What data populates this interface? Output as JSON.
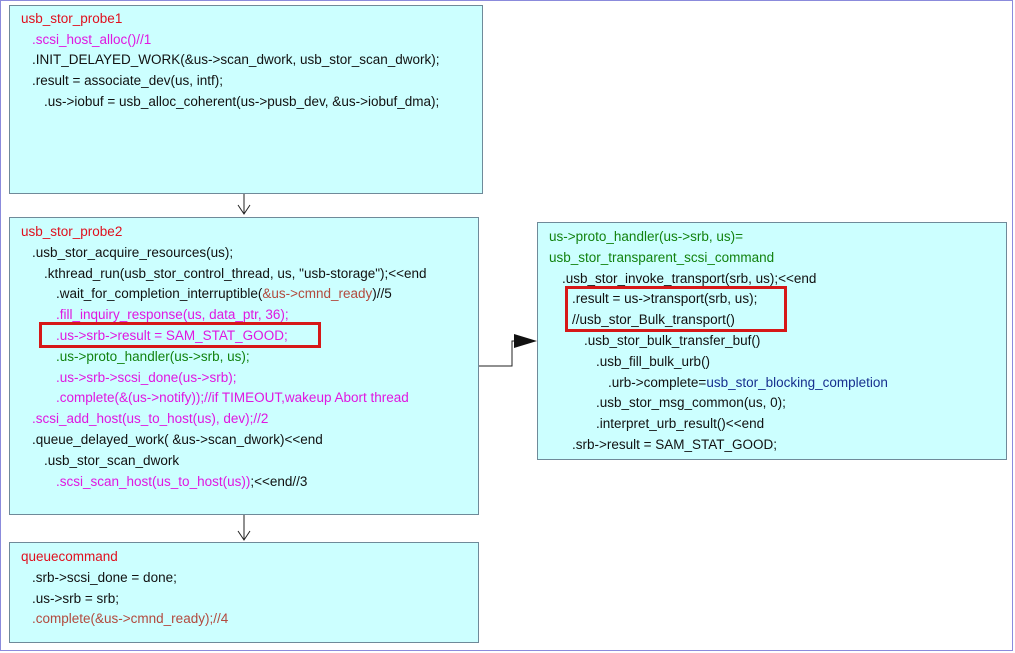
{
  "box1": {
    "lines": [
      [
        {
          "t": "usb_stor_probe1",
          "c": "red"
        }
      ],
      [
        {
          "t": ".scsi_host_alloc()//1",
          "c": "mag"
        }
      ],
      [
        {
          "t": ".INIT_DELAYED_WORK(&us->scan_dwork, usb_stor_scan_dwork);",
          "c": ""
        }
      ],
      [
        {
          "t": ".result = associate_dev(us, intf);",
          "c": ""
        }
      ],
      [
        {
          "t": ".us->iobuf = usb_alloc_coherent(us->pusb_dev,  &us->iobuf_dma);",
          "c": ""
        }
      ]
    ]
  },
  "box2": {
    "lines": [
      [
        {
          "t": "usb_stor_probe2",
          "c": "red"
        }
      ],
      [
        {
          "t": ".usb_stor_acquire_resources(us);",
          "c": ""
        }
      ],
      [
        {
          "t": ".kthread_run(usb_stor_control_thread, us, \"usb-storage\");<<end",
          "c": ""
        }
      ],
      [
        {
          "t": ".wait_for_completion_interruptible(",
          "c": ""
        },
        {
          "t": "&us->cmnd_ready",
          "c": "brn"
        },
        {
          "t": ")//5",
          "c": ""
        }
      ],
      [
        {
          "t": ".fill_inquiry_response(us, data_ptr, 36);",
          "c": "mag"
        }
      ],
      [
        {
          "t": ".us->srb->result = SAM_STAT_GOOD;",
          "c": "mag"
        }
      ],
      [
        {
          "t": ".us->proto_handler(us->srb, us);",
          "c": "grn"
        }
      ],
      [
        {
          "t": ".us->srb->scsi_done(us->srb);",
          "c": "mag"
        }
      ],
      [
        {
          "t": ".complete(&(us->notify));//if TIMEOUT,wakeup Abort thread",
          "c": "mag"
        }
      ],
      [
        {
          "t": ".scsi_add_host(us_to_host(us), dev);//2",
          "c": "mag"
        }
      ],
      [
        {
          "t": ".queue_delayed_work( &us->scan_dwork)<<end",
          "c": ""
        }
      ],
      [
        {
          "t": ".usb_stor_scan_dwork",
          "c": ""
        }
      ],
      [
        {
          "t": ".scsi_scan_host(us_to_host(us))",
          "c": "mag"
        },
        {
          "t": ";<<end//3",
          "c": ""
        }
      ]
    ]
  },
  "box3": {
    "lines": [
      [
        {
          "t": "queuecommand",
          "c": "red"
        }
      ],
      [
        {
          "t": ".srb->scsi_done = done;",
          "c": ""
        }
      ],
      [
        {
          "t": ".us->srb = srb;",
          "c": ""
        }
      ],
      [
        {
          "t": ".complete(&us->cmnd_ready);//4",
          "c": "brn"
        }
      ]
    ]
  },
  "box4": {
    "lines": [
      [
        {
          "t": "us->proto_handler(us->srb, us)=",
          "c": "grn"
        }
      ],
      [
        {
          "t": "usb_stor_transparent_scsi_command",
          "c": "grn"
        }
      ],
      [
        {
          "t": ".usb_stor_invoke_transport(srb, us);<<end",
          "c": ""
        }
      ],
      [
        {
          "t": ".result = us->transport(srb, us);",
          "c": ""
        }
      ],
      [
        {
          "t": "//usb_stor_Bulk_transport()",
          "c": ""
        }
      ],
      [
        {
          "t": ".usb_stor_bulk_transfer_buf()",
          "c": ""
        }
      ],
      [
        {
          "t": ".usb_fill_bulk_urb()",
          "c": ""
        }
      ],
      [
        {
          "t": ".urb->complete=",
          "c": ""
        },
        {
          "t": "usb_stor_blocking_completion",
          "c": "blu"
        }
      ],
      [
        {
          "t": ".usb_stor_msg_common(us, 0);",
          "c": ""
        }
      ],
      [
        {
          "t": ".interpret_urb_result()<<end",
          "c": ""
        }
      ],
      [
        {
          "t": ".srb->result = SAM_STAT_GOOD;",
          "c": ""
        }
      ]
    ]
  },
  "colors": {
    "box_fill": "#ccffff",
    "highlight": "#d61818",
    "red": "#e0101e",
    "magenta": "#e017e0",
    "green": "#12820f",
    "brown": "#b24a3e",
    "blue": "#17308f"
  }
}
